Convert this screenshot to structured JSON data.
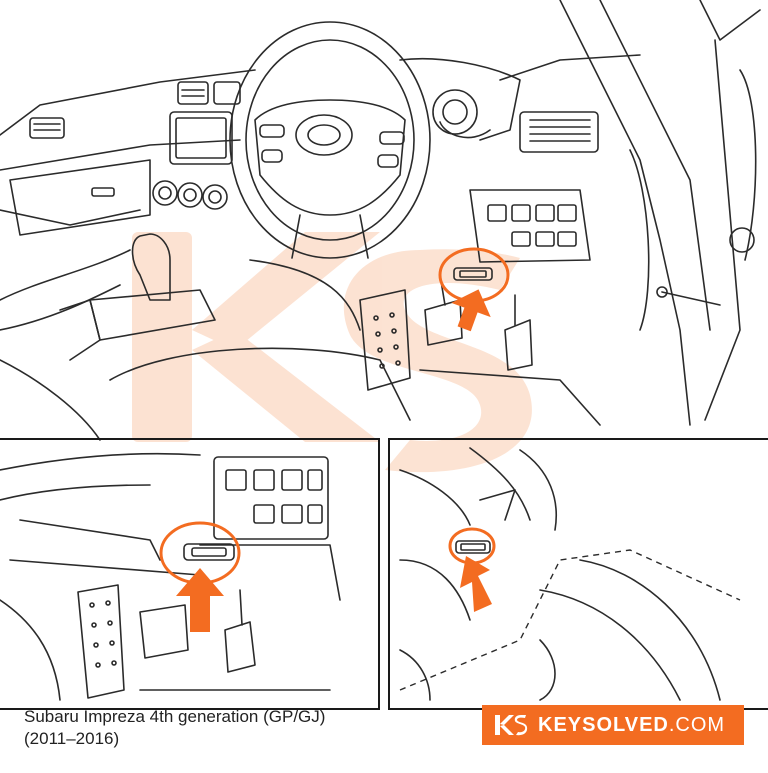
{
  "caption": {
    "line1": "Subaru Impreza 4th generation (GP/GJ)",
    "line2": "(2011–2016)"
  },
  "brand": {
    "name_bold": "KEYSOLVED",
    "name_suffix": ".COM",
    "logo": "ks-logo"
  },
  "colors": {
    "accent": "#f36c21",
    "watermark": "#fbd9c4",
    "line": "#2b2b2b",
    "ink": "#222222"
  },
  "watermark": {
    "logo": "ks-watermark-logo"
  }
}
